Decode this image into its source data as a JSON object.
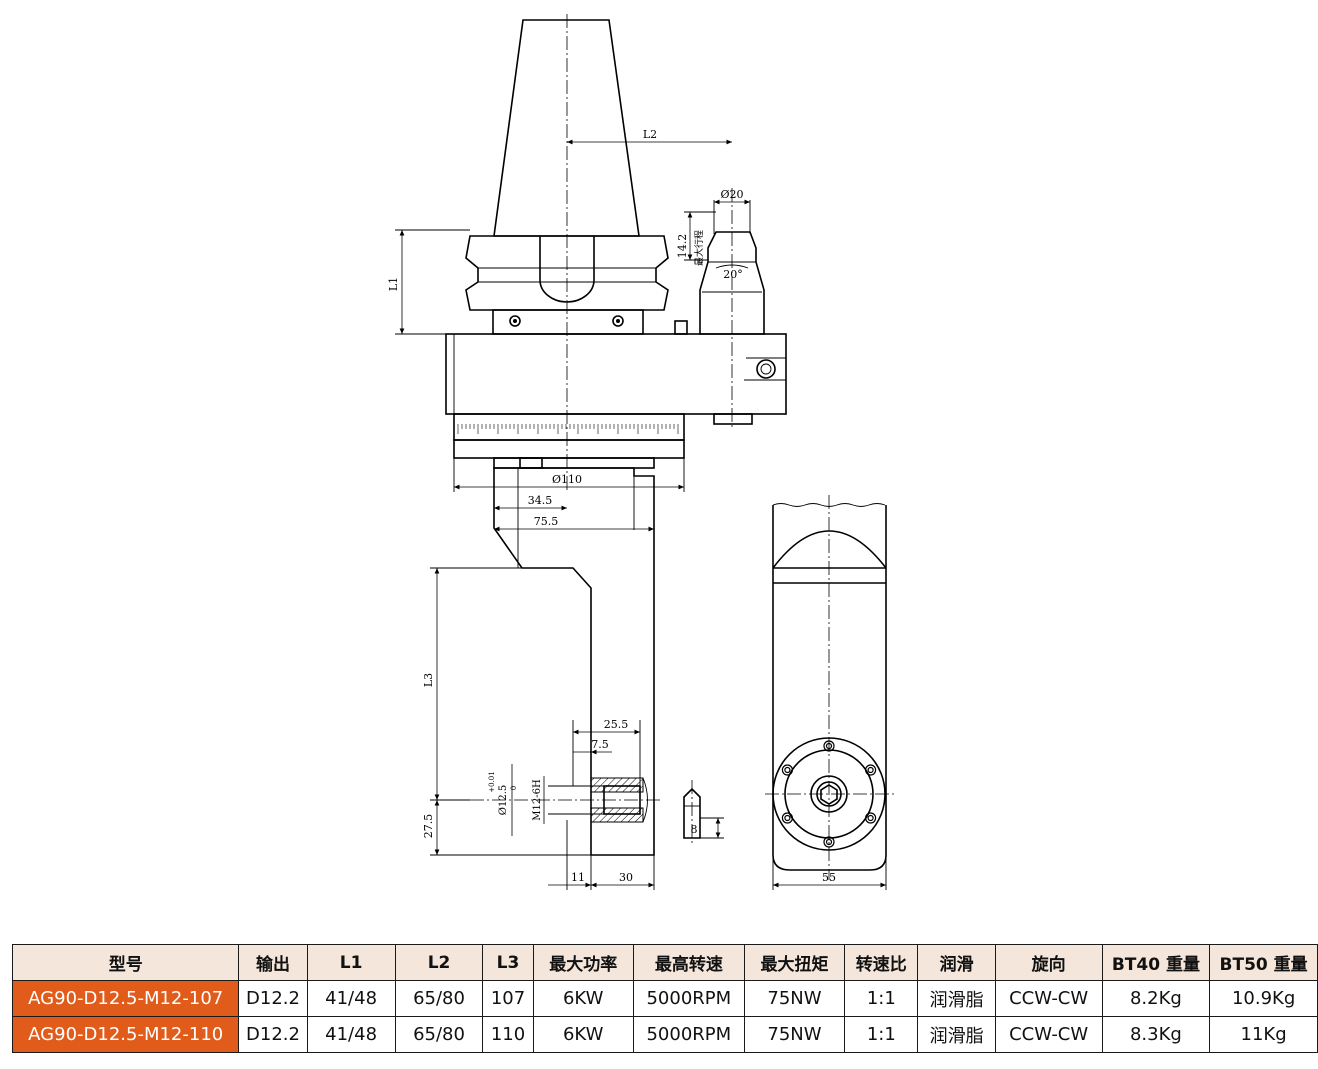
{
  "drawing": {
    "labels": {
      "L1": "L1",
      "L2": "L2",
      "L3": "L3",
      "d20": "Ø20",
      "d110": "Ø110",
      "d12": "Ø12.5",
      "tol": "+0.01",
      "tol0": "0",
      "thread": "M12-6H",
      "v14": "14.2",
      "stroke": "最大行程",
      "ang": "20°",
      "v34": "34.5",
      "v75": "75.5",
      "v25": "25.5",
      "v7": "7.5",
      "v27": "27.5",
      "v11": "11",
      "v30": "30",
      "v8": "8",
      "v55": "55"
    }
  },
  "table": {
    "headers": [
      "型号",
      "输出",
      "L1",
      "L2",
      "L3",
      "最大功率",
      "最高转速",
      "最大扭矩",
      "转速比",
      "润滑",
      "旋向",
      "BT40 重量",
      "BT50 重量"
    ],
    "rows": [
      [
        "AG90-D12.5-M12-107",
        "D12.2",
        "41/48",
        "65/80",
        "107",
        "6KW",
        "5000RPM",
        "75NW",
        "1:1",
        "润滑脂",
        "CCW-CW",
        "8.2Kg",
        "10.9Kg"
      ],
      [
        "AG90-D12.5-M12-110",
        "D12.2",
        "41/48",
        "65/80",
        "110",
        "6KW",
        "5000RPM",
        "75NW",
        "1:1",
        "润滑脂",
        "CCW-CW",
        "8.3Kg",
        "11Kg"
      ]
    ]
  },
  "colors": {
    "model_cell": "#e15c1a",
    "header_fill": "#f4e6da"
  }
}
